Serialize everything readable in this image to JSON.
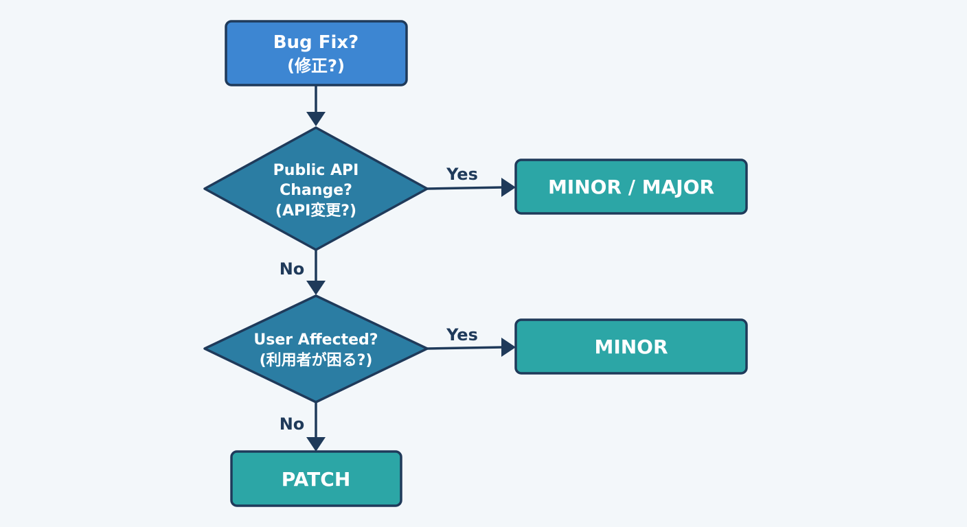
{
  "colors": {
    "background": "#f3f7fa",
    "start_fill": "#3d86d2",
    "decision_fill": "#2b7da3",
    "outcome_fill": "#2ca6a6",
    "border": "#1f3a5a",
    "text": "#ffffff",
    "connector": "#1f3a5a"
  },
  "nodes": {
    "start": {
      "line1": "Bug Fix?",
      "line2": "(修正?)"
    },
    "decision_api": {
      "line1": "Public API",
      "line2": "Change?",
      "line3": "(API変更?)"
    },
    "decision_user": {
      "line1": "User Affected?",
      "line2": "(利用者が困る?)"
    },
    "outcome_minor_major": {
      "label": "MINOR / MAJOR"
    },
    "outcome_minor": {
      "label": "MINOR"
    },
    "outcome_patch": {
      "label": "PATCH"
    }
  },
  "edges": {
    "api_yes": "Yes",
    "api_no": "No",
    "user_yes": "Yes",
    "user_no": "No"
  }
}
